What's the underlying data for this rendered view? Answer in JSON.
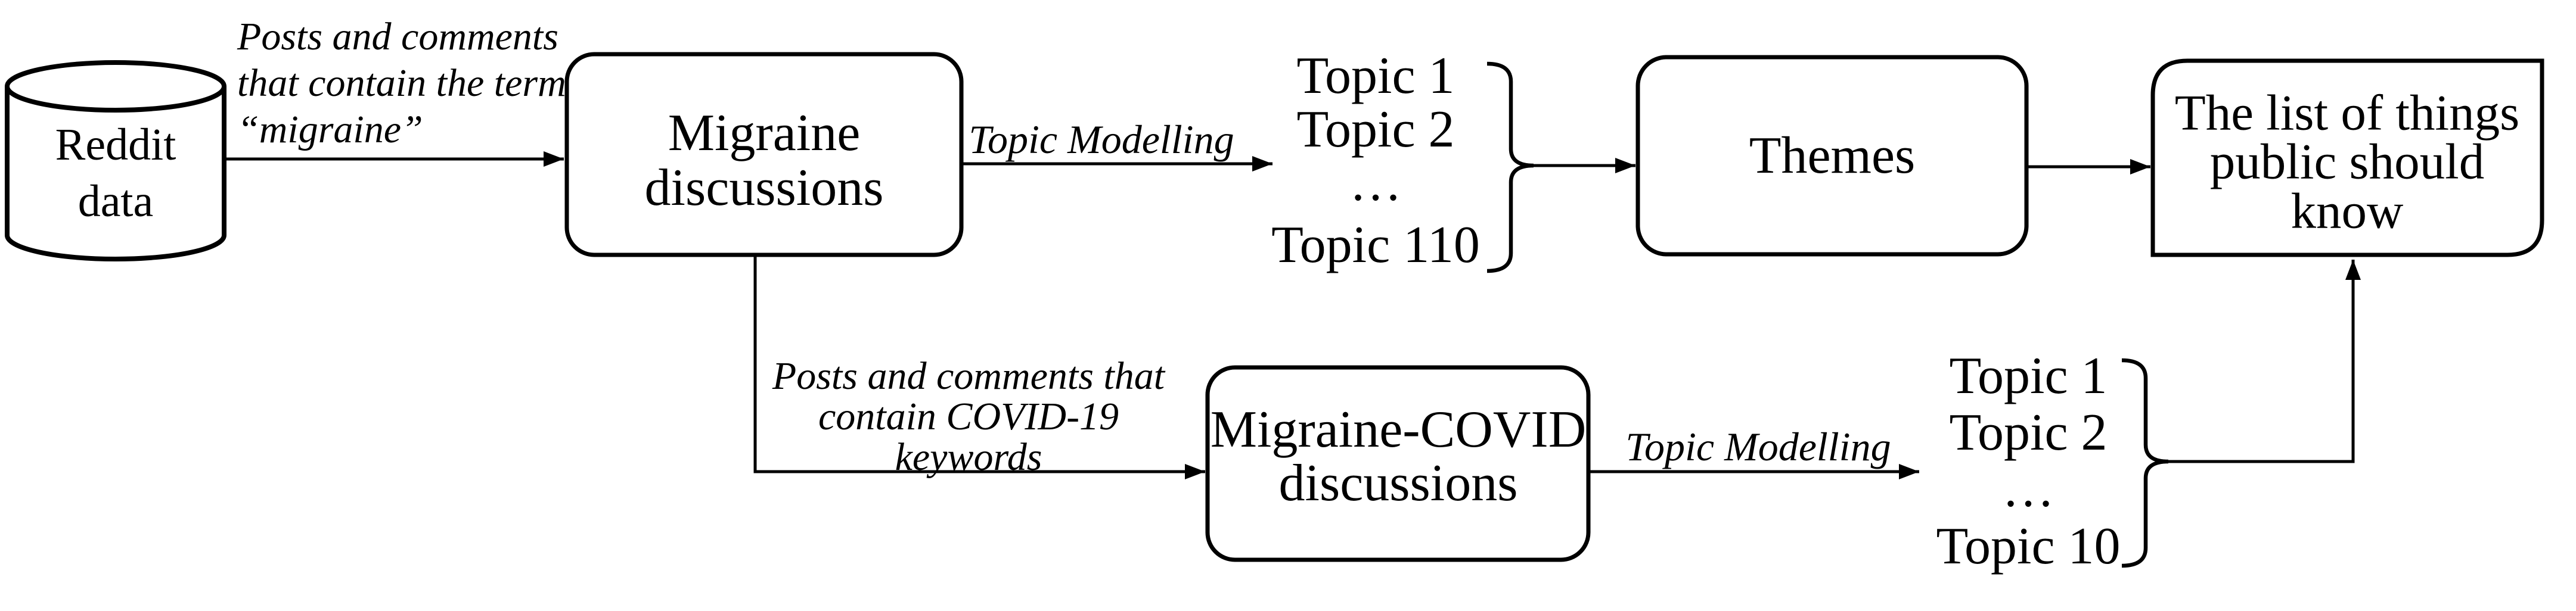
{
  "figure": {
    "background": "#ffffff",
    "stroke_color": "#000000"
  },
  "nodes": {
    "reddit_data": {
      "line1": "Reddit",
      "line2": "data"
    },
    "migraine_discussions": {
      "line1": "Migraine",
      "line2": "discussions"
    },
    "themes": {
      "label": "Themes"
    },
    "migraine_covid_discussions": {
      "line1": "Migraine-COVID",
      "line2": "discussions"
    },
    "public_list": {
      "line1": "The list of things",
      "line2": "public should",
      "line3": "know"
    }
  },
  "edge_labels": {
    "migraine_filter": {
      "line1": "Posts and comments",
      "line2": "that contain the term",
      "line3": "“migraine”"
    },
    "covid_filter": {
      "line1": "Posts and comments that",
      "line2": "contain COVID-19",
      "line3": "keywords"
    },
    "topic_modelling_top": "Topic Modelling",
    "topic_modelling_bottom": "Topic Modelling"
  },
  "topic_lists": {
    "migraine_topics": [
      "Topic 1",
      "Topic 2",
      "…",
      "Topic 110"
    ],
    "covid_topics": [
      "Topic 1",
      "Topic 2",
      "…",
      "Topic 10"
    ]
  }
}
